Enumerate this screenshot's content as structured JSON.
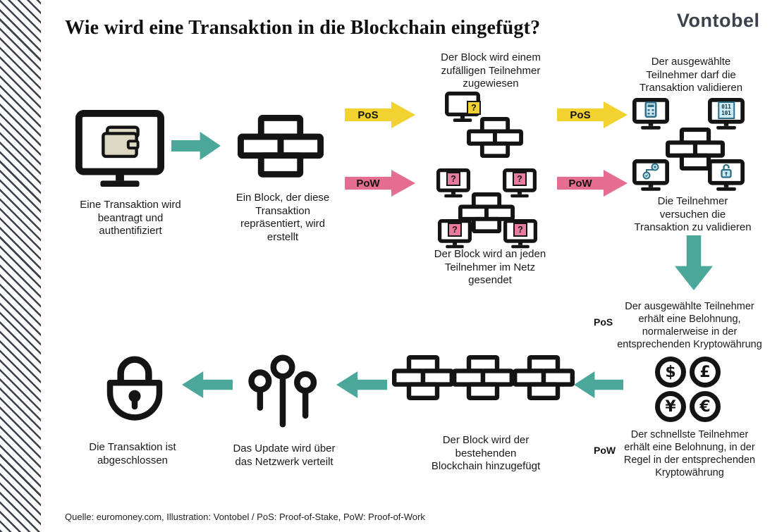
{
  "page": {
    "title": "Wie wird eine Transaktion in die Blockchain eingefügt?",
    "logo": "Vontobel",
    "footer": "Quelle: euromoney.com, Illustration: Vontobel / PoS: Proof-of-Stake, PoW: Proof-of-Work"
  },
  "flow_labels": {
    "pos": "PoS",
    "pow": "PoW",
    "question_mark": "?"
  },
  "steps": {
    "request": [
      "Eine Transaktion wird",
      "beantragt und",
      "authentifiziert"
    ],
    "block_created": [
      "Ein Block, der diese",
      "Transaktion",
      "repräsentiert, wird",
      "erstellt"
    ],
    "pos_assigned": [
      "Der Block wird einem",
      "zufälligen Teilnehmer",
      "zugewiesen"
    ],
    "pos_validate": [
      "Der ausgewählte",
      "Teilnehmer darf die",
      "Transaktion validieren"
    ],
    "pow_broadcast": [
      "Der Block wird an jeden",
      "Teilnehmer im Netz",
      "gesendet"
    ],
    "pow_validate": [
      "Die Teilnehmer",
      "versuchen die",
      "Transaktion zu validieren"
    ],
    "pos_reward": [
      "Der ausgewählte Teilnehmer",
      "erhält eine Belohnung,",
      "normalerweise in der",
      "entsprechenden Kryptowährung"
    ],
    "pow_reward": [
      "Der schnellste Teilnehmer",
      "erhält eine Belohnung, in der",
      "Regel in der entsprechenden",
      "Kryptowährung"
    ],
    "chain_added": [
      "Der Block wird der",
      "bestehenden",
      "Blockchain hinzugefügt"
    ],
    "update_distributed": [
      "Das Update wird über",
      "das Netzwerk verteilt"
    ],
    "completed": [
      "Die Transaktion ist",
      "abgeschlossen"
    ]
  },
  "currencies": [
    "$",
    "£",
    "¥",
    "€"
  ],
  "binary_glyph": {
    "line1": "011",
    "line2": "101"
  },
  "colors": {
    "teal_arrow": "#4aa79a",
    "pos_yellow": "#f2d230",
    "pow_pink": "#e56d8f",
    "ink": "#141414",
    "wallet_beige": "#ddd8c2",
    "glyph_blue_fill": "#cbe9f3",
    "glyph_blue_stroke": "#2e6e86"
  }
}
